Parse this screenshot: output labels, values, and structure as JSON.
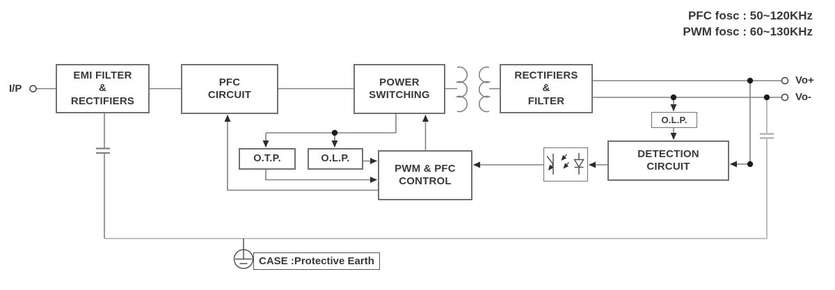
{
  "annotations": {
    "pfc_fosc": "PFC fosc : 50~120KHz",
    "pwm_fosc": "PWM fosc : 60~130KHz"
  },
  "terminals": {
    "input": "I/P",
    "output_pos": "Vo+",
    "output_neg": "Vo-"
  },
  "blocks": {
    "emi": {
      "lines": [
        "EMI FILTER",
        "&",
        "RECTIFIERS"
      ]
    },
    "pfc": {
      "lines": [
        "PFC",
        "CIRCUIT"
      ]
    },
    "power_switching": {
      "lines": [
        "POWER",
        "SWITCHING"
      ]
    },
    "rectifiers_filter": {
      "lines": [
        "RECTIFIERS",
        "&",
        "FILTER"
      ]
    },
    "otp": {
      "label": "O.T.P."
    },
    "olp_primary": {
      "label": "O.L.P."
    },
    "pwm_pfc_control": {
      "lines": [
        "PWM & PFC",
        "CONTROL"
      ]
    },
    "detection": {
      "lines": [
        "DETECTION",
        "CIRCUIT"
      ]
    },
    "olp_secondary": {
      "label": "O.L.P."
    }
  },
  "ground": {
    "case_label": "CASE :Protective Earth"
  },
  "colors": {
    "line": "#7d8084",
    "light": "#aaadaf",
    "dark": "#505356",
    "border": "#6d7074",
    "text": "#36393f",
    "dot": "#1c1c1c",
    "arrow": "#2c2c2c"
  }
}
